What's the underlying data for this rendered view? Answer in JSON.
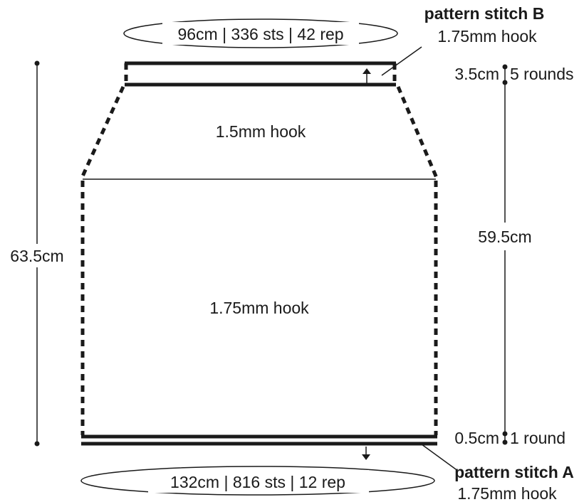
{
  "top_edge": {
    "measure": "96cm | 336 sts | 42 rep",
    "stitch_label": "pattern stitch B",
    "hook_label": "1.75mm hook"
  },
  "bottom_edge": {
    "measure": "132cm | 816 sts | 12 rep",
    "stitch_label": "pattern stitch A",
    "hook_label": "1.75mm hook"
  },
  "sections": {
    "upper_hook": "1.5mm hook",
    "main_hook": "1.75mm hook"
  },
  "dimensions": {
    "total_height": "63.5cm",
    "body_height": "59.5cm",
    "top_band_height": "3.5cm",
    "top_band_rounds": "5 rounds",
    "bottom_band_height": "0.5cm",
    "bottom_band_rounds": "1 round"
  }
}
